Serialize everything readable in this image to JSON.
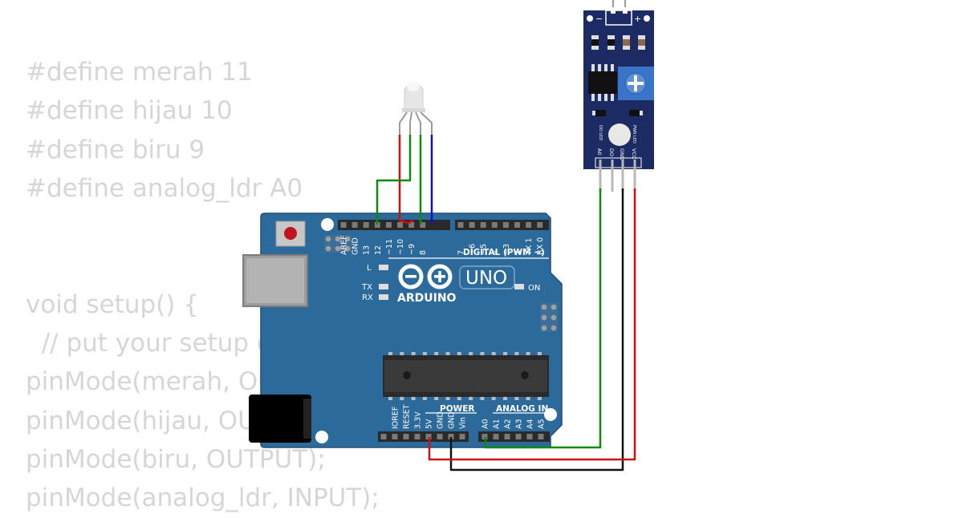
{
  "code_lines": [
    "#define merah 11",
    "#define hijau 10",
    "#define biru 9",
    "#define analog_ldr A0",
    "",
    "",
    "void setup() {",
    "  // put your setup c",
    "pinMode(merah, OU",
    "pinMode(hijau, OU",
    "pinMode(biru, OUTPUT);",
    "pinMode(analog_ldr, INPUT);"
  ],
  "board": {
    "brand": "ARDUINO",
    "model": "UNO",
    "digital_header": "DIGITAL (PWM ~)",
    "power_header": "POWER",
    "analog_header": "ANALOG IN",
    "on_label": "ON",
    "l_label": "L",
    "tx_label": "TX",
    "rx_label": "RX",
    "digital_pins": [
      "AREF",
      "GND",
      "13",
      "12",
      "~11",
      "~10",
      "~9",
      "8",
      "7",
      "~6",
      "~5",
      "4",
      "~3",
      "2",
      "TX 1",
      "RX 0"
    ],
    "power_pins": [
      "IOREF",
      "RESET",
      "3.3V",
      "5V",
      "GND",
      "GND",
      "Vin"
    ],
    "analog_pins": [
      "A0",
      "A1",
      "A2",
      "A3",
      "A4",
      "A5"
    ]
  },
  "sensor": {
    "pins": [
      "A0",
      "DO",
      "GND",
      "VCC"
    ],
    "minus": "−",
    "plus": "+",
    "led_left": "DO LED",
    "led_right": "PWR LED"
  },
  "colors": {
    "board": "#2b6a9a",
    "sensor_board": "#1c2b63",
    "wire_red": "#d01010",
    "wire_green": "#0e8a0e",
    "wire_blue": "#1010c8",
    "wire_black": "#111111",
    "code_text": "#d6d6d6"
  }
}
